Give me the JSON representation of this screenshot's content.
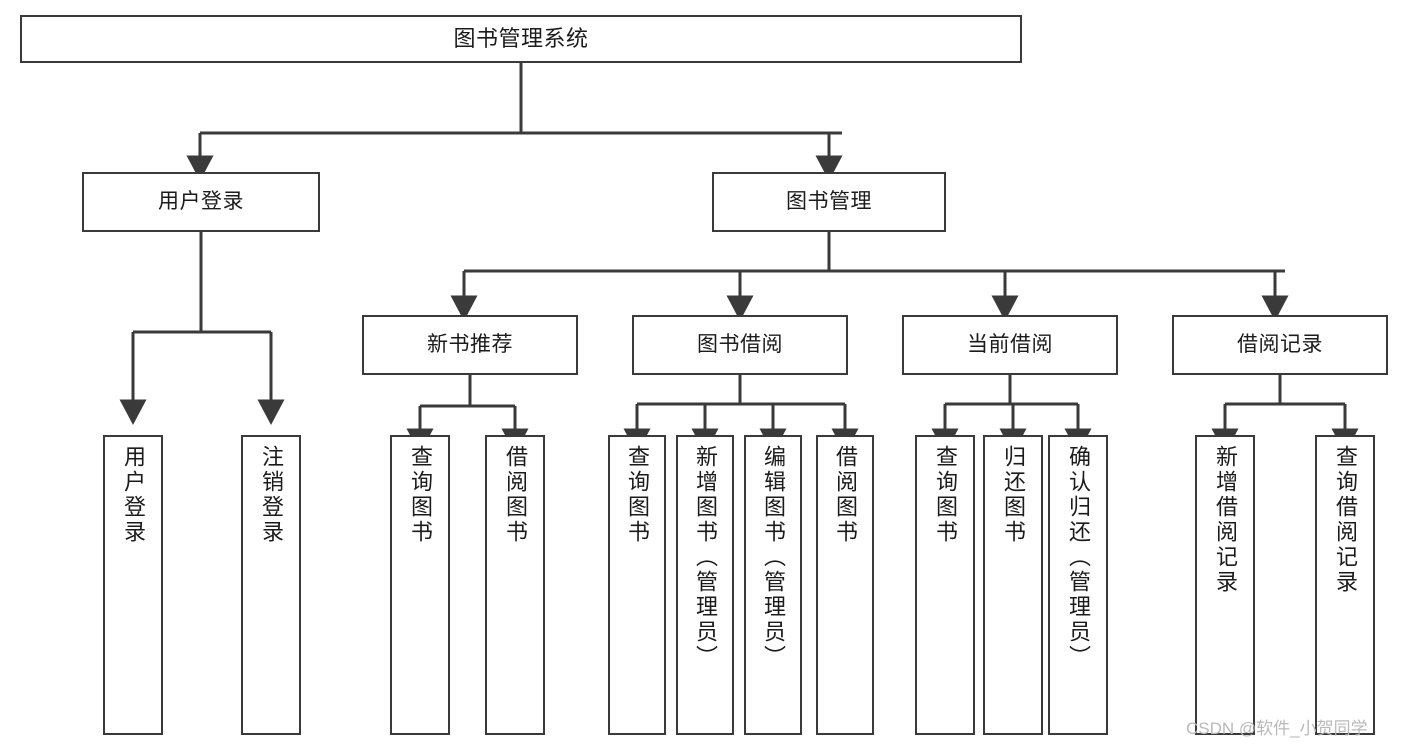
{
  "diagram": {
    "type": "tree-hierarchy-chart",
    "title": "图书管理系统",
    "colors": {
      "stroke": "#3a3a3a",
      "fill": "#ffffff",
      "text": "#1b1b1b",
      "watermark": "#b9b9b9"
    },
    "root": {
      "id": "root",
      "label": "图书管理系统"
    },
    "level1": [
      {
        "id": "user-login",
        "label": "用户登录"
      },
      {
        "id": "book-management",
        "label": "图书管理"
      }
    ],
    "level2": [
      {
        "id": "new-book-recommend",
        "label": "新书推荐",
        "parent": "book-management"
      },
      {
        "id": "book-borrow",
        "label": "图书借阅",
        "parent": "book-management"
      },
      {
        "id": "current-borrow",
        "label": "当前借阅",
        "parent": "book-management"
      },
      {
        "id": "borrow-record",
        "label": "借阅记录",
        "parent": "book-management"
      }
    ],
    "leaves": [
      {
        "id": "leaf-user-login",
        "label": "用户登录",
        "parent": "user-login"
      },
      {
        "id": "leaf-logout-login",
        "label": "注销登录",
        "parent": "user-login"
      },
      {
        "id": "leaf-query-book-1",
        "label": "查询图书",
        "parent": "new-book-recommend"
      },
      {
        "id": "leaf-borrow-book-1",
        "label": "借阅图书",
        "parent": "new-book-recommend"
      },
      {
        "id": "leaf-query-book-2",
        "label": "查询图书",
        "parent": "book-borrow"
      },
      {
        "id": "leaf-add-book",
        "label": "新增图书（管理员）",
        "parent": "book-borrow"
      },
      {
        "id": "leaf-edit-book",
        "label": "编辑图书（管理员）",
        "parent": "book-borrow"
      },
      {
        "id": "leaf-borrow-book-2",
        "label": "借阅图书",
        "parent": "book-borrow"
      },
      {
        "id": "leaf-query-book-3",
        "label": "查询图书",
        "parent": "current-borrow"
      },
      {
        "id": "leaf-return-book",
        "label": "归还图书",
        "parent": "current-borrow"
      },
      {
        "id": "leaf-confirm-return",
        "label": "确认归还（管理员）",
        "parent": "current-borrow"
      },
      {
        "id": "leaf-add-record",
        "label": "新增借阅记录",
        "parent": "borrow-record"
      },
      {
        "id": "leaf-query-record",
        "label": "查询借阅记录",
        "parent": "borrow-record"
      }
    ]
  },
  "watermark": {
    "text": "CSDN @软件_小贺同学"
  }
}
